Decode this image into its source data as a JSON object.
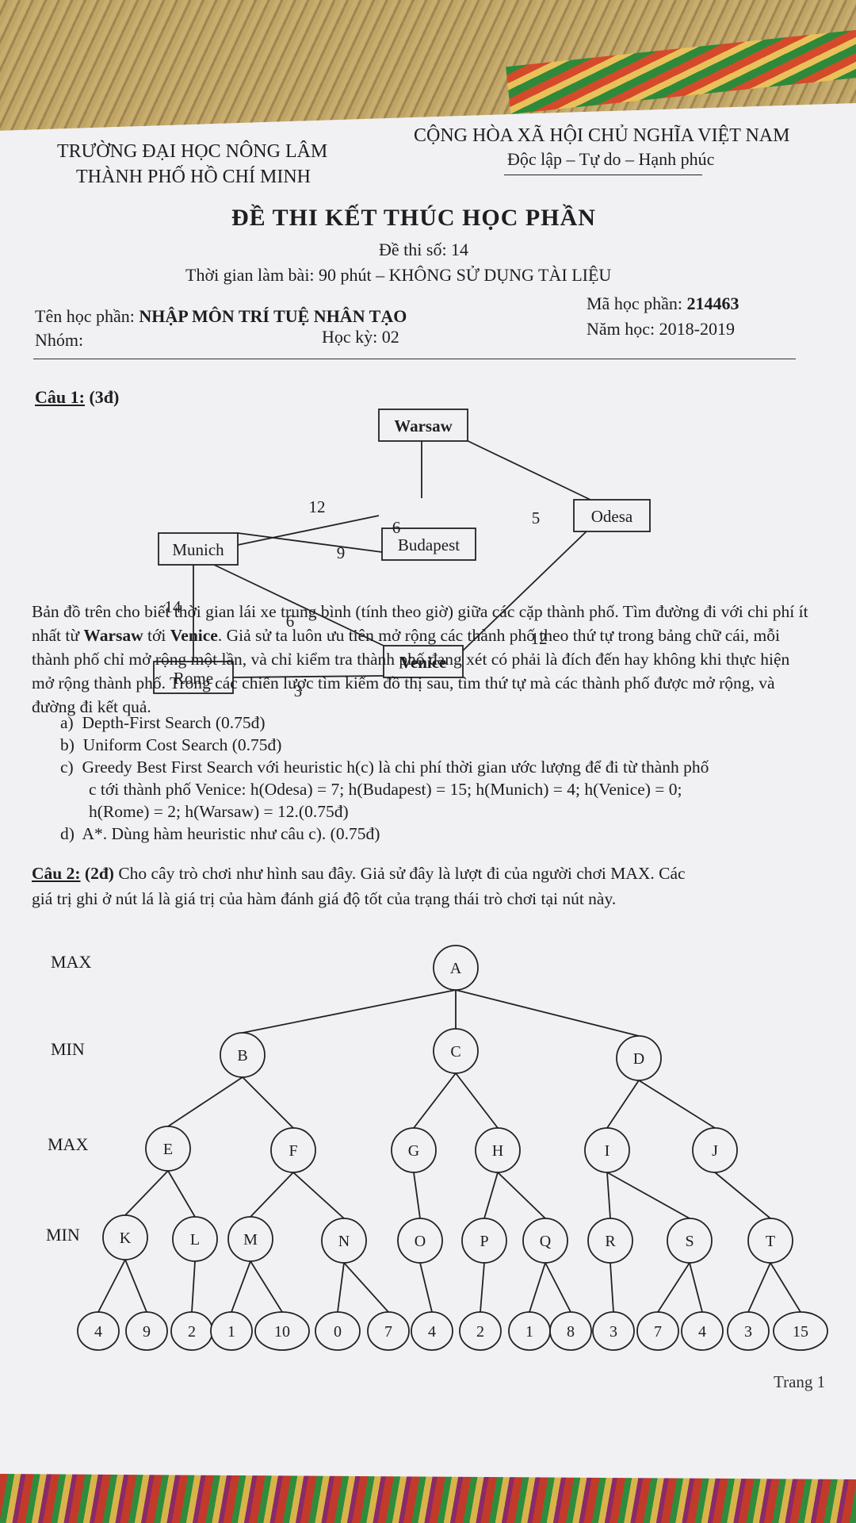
{
  "header": {
    "university_line1": "TRƯỜNG ĐẠI HỌC NÔNG LÂM",
    "university_line2": "THÀNH PHỐ HỒ CHÍ MINH",
    "republic": "CỘNG HÒA XÃ HỘI CHỦ NGHĨA VIỆT NAM",
    "motto": "Độc lập – Tự do – Hạnh phúc"
  },
  "exam": {
    "title": "ĐỀ THI KẾT THÚC HỌC PHẦN",
    "number": "Đề thi số: 14",
    "time": "Thời gian làm bài: 90 phút – KHÔNG SỬ DỤNG TÀI LIỆU",
    "course_label": "Tên học phần:",
    "course_name": "NHẬP MÔN TRÍ TUỆ NHÂN TẠO",
    "code_label": "Mã học phần:",
    "code": "214463",
    "group_label": "Nhóm:",
    "semester_label": "Học kỳ:",
    "semester": "02",
    "year_label": "Năm học:",
    "year": "2018-2019"
  },
  "q1": {
    "label": "Câu 1:",
    "points": "(3đ)",
    "graph": {
      "nodes": [
        {
          "id": "warsaw",
          "label": "Warsaw"
        },
        {
          "id": "munich",
          "label": "Munich"
        },
        {
          "id": "budapest",
          "label": "Budapest"
        },
        {
          "id": "odesa",
          "label": "Odesa"
        },
        {
          "id": "rome",
          "label": "Rome"
        },
        {
          "id": "venice",
          "label": "Venice"
        }
      ],
      "edges": [
        {
          "from": "munich",
          "to": "warsaw",
          "weight": "12"
        },
        {
          "from": "warsaw",
          "to": "budapest",
          "weight": "6"
        },
        {
          "from": "warsaw",
          "to": "odesa",
          "weight": "5"
        },
        {
          "from": "munich",
          "to": "budapest",
          "weight": "9"
        },
        {
          "from": "munich",
          "to": "rome",
          "weight": "14"
        },
        {
          "from": "munich",
          "to": "venice",
          "weight": "6"
        },
        {
          "from": "odesa",
          "to": "venice",
          "weight": "12"
        },
        {
          "from": "rome",
          "to": "venice",
          "weight": "3"
        }
      ]
    },
    "text_a": "Bản đồ trên cho biết thời gian lái xe trung bình (tính theo giờ) giữa các cặp thành phố. Tìm đường đi với chi phí ít nhất từ ",
    "text_warsaw": "Warsaw",
    "text_b": " tới ",
    "text_venice": "Venice",
    "text_c": ". Giả sử ta luôn ưu tiên mở rộng các thành phố theo thứ tự trong bảng chữ cái, mỗi thành phố chỉ mở rộng một lần, và chỉ kiểm tra thành phố đang xét có phải là đích đến hay không khi thực hiện mở rộng thành phố. Trong các chiến lược tìm kiếm đồ thị sau, tìm thứ tự mà các thành phố được mở rộng, và đường đi kết quả.",
    "options": [
      {
        "key": "a)",
        "text": "Depth-First Search (0.75đ)"
      },
      {
        "key": "b)",
        "text": "Uniform Cost Search (0.75đ)"
      },
      {
        "key": "c)",
        "text": "Greedy Best First Search với heuristic h(c) là chi phí thời gian ước lượng để đi từ thành phố",
        "line2": "c tới thành phố Venice: h(Odesa) = 7; h(Budapest) = 15; h(Munich) = 4; h(Venice) = 0;",
        "line3": "h(Rome) = 2; h(Warsaw) = 12.(0.75đ)"
      },
      {
        "key": "d)",
        "text": "A*. Dùng hàm heuristic như câu c). (0.75đ)"
      }
    ]
  },
  "q2": {
    "label": "Câu 2:",
    "points": "(2đ)",
    "text_a": " Cho cây trò chơi như hình sau đây. Giả sử đây là lượt đi của người chơi MAX. Các",
    "text_b": "giá trị ghi ở nút lá là giá trị của hàm đánh giá độ tốt của trạng thái trò chơi tại nút này.",
    "levels": [
      "MAX",
      "MIN",
      "MAX",
      "MIN"
    ],
    "internal_nodes": [
      "A",
      "B",
      "C",
      "D",
      "E",
      "F",
      "G",
      "H",
      "I",
      "J",
      "K",
      "L",
      "M",
      "N",
      "O",
      "P",
      "Q",
      "R",
      "S",
      "T"
    ],
    "leaves": [
      "4",
      "9",
      "2",
      "1",
      "10",
      "0",
      "7",
      "4",
      "2",
      "1",
      "8",
      "3",
      "7",
      "4",
      "3",
      "15"
    ]
  },
  "footer": {
    "page": "Trang 1"
  }
}
